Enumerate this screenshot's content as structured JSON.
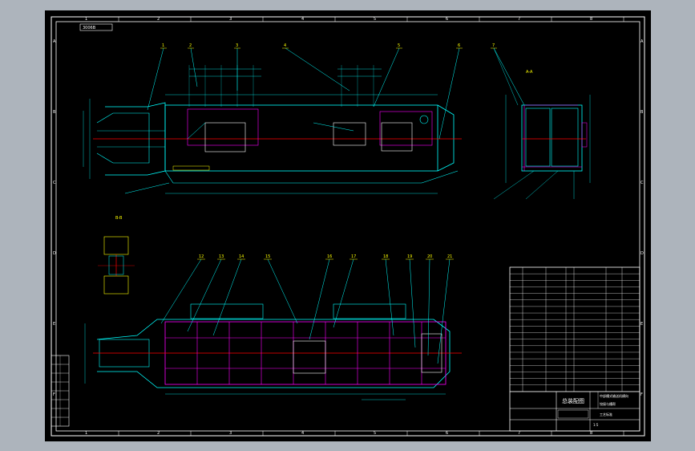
{
  "drawing": {
    "top_stamp": "3006B",
    "section_labels": {
      "top_section": "A-A",
      "left_section": "B-B"
    },
    "frame_cols_top": [
      "1",
      "2",
      "3",
      "4",
      "5",
      "6",
      "7",
      "8"
    ],
    "frame_rows_left": [
      "A",
      "B",
      "C",
      "D",
      "E",
      "F"
    ],
    "balloons_top": [
      "1",
      "2",
      "3",
      "4",
      "5",
      "6",
      "7"
    ],
    "balloons_bottom": [
      "12",
      "13",
      "14",
      "15",
      "16",
      "17",
      "18",
      "19",
      "20",
      "21"
    ],
    "title_block": {
      "main_title": "总装配图",
      "line1": "中部槽式输送机横向",
      "line2": "铰接与槽帮",
      "line3": "工艺标准",
      "scale": "1:5"
    }
  },
  "colors": {
    "background": "#000000",
    "frame": "#ffffff",
    "geometry": "#00ffff",
    "centerline": "#ff0000",
    "section": "#ff00ff",
    "dimension": "#ffff00",
    "leader": "#00ffff"
  }
}
